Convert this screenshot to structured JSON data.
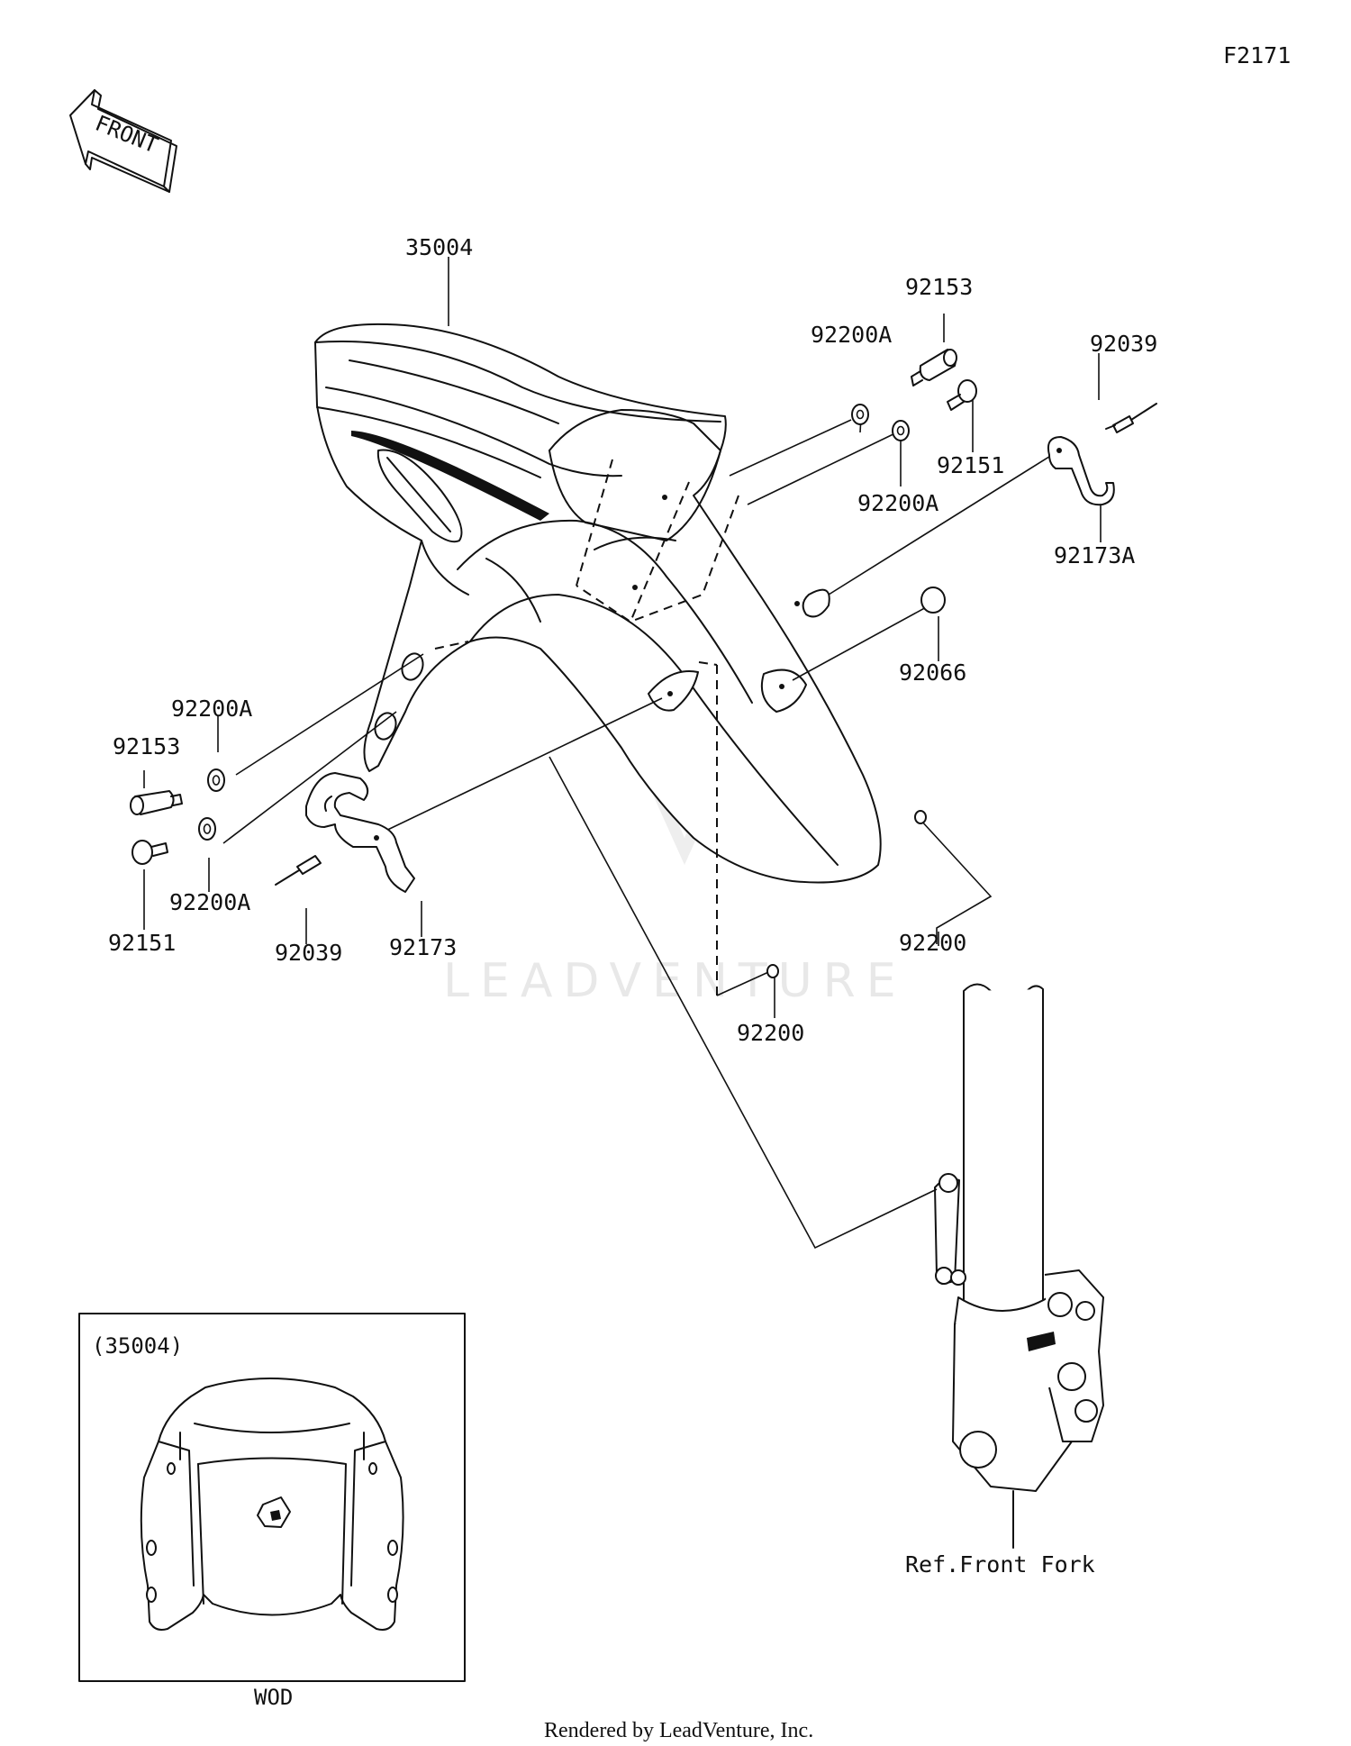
{
  "diagram_code": "F2171",
  "front_arrow_label": "FRONT",
  "watermark": "LEADVENTURE",
  "parts": {
    "fender": "35004",
    "washer_a_top": "92200A",
    "washer_a_top_right": "92200A",
    "washer_a_left_top": "92200A",
    "washer_a_left_bottom": "92200A",
    "collar_top": "92153",
    "collar_left": "92153",
    "bolt_top": "92151",
    "bolt_left": "92151",
    "rivet_right": "92039",
    "rivet_left": "92039",
    "clamp_right": "92173A",
    "clamp_left": "92173",
    "grommet": "92066",
    "washer_bottom_right": "92200",
    "washer_bottom_center": "92200"
  },
  "ref_label": "Ref.Front Fork",
  "inset": {
    "title": "(35004)",
    "caption": "WOD"
  },
  "footer": "Rendered by LeadVenture, Inc."
}
